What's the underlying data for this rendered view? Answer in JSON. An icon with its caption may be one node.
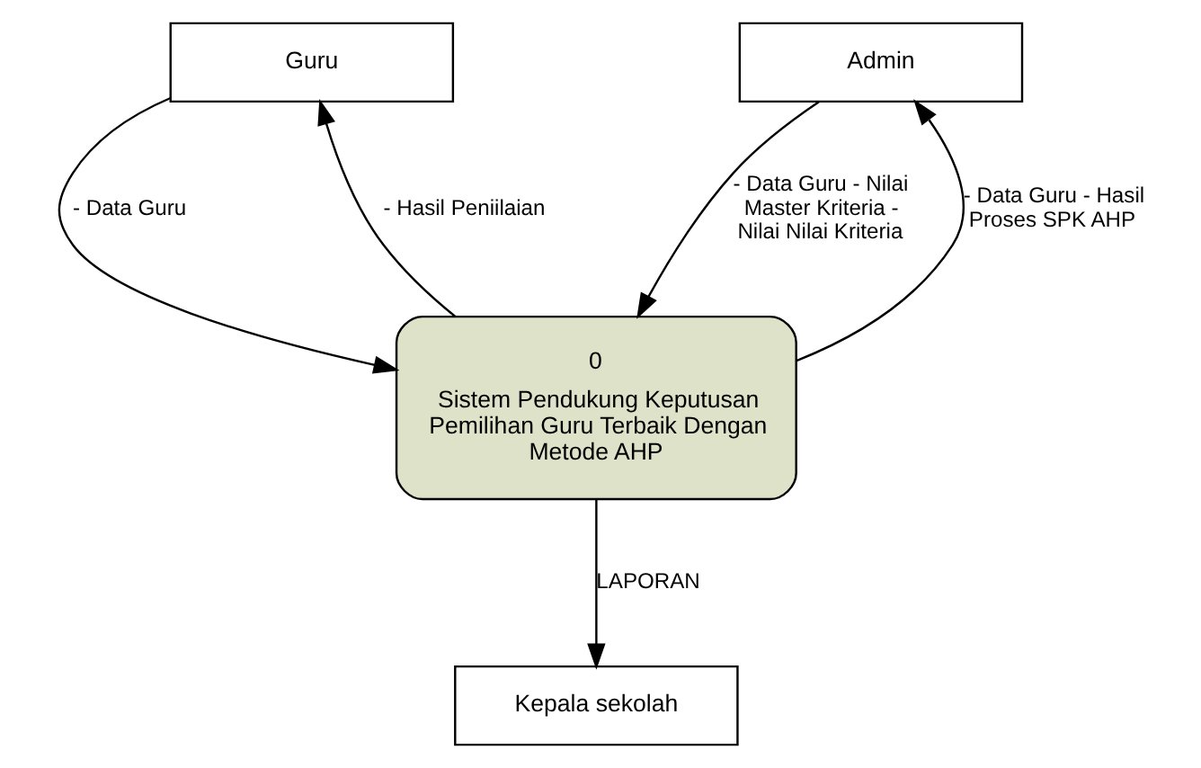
{
  "diagram": {
    "nodes": [
      {
        "text": [
          "Guru"
        ]
      },
      {
        "text": [
          "Admin"
        ]
      },
      {
        "text": [
          "0",
          "Sistem Pendukung Keputusan Pemilihan Guru Terbaik Dengan Metode AHP"
        ]
      },
      {
        "text": [
          "Kepala sekolah"
        ]
      }
    ],
    "edges": [
      {
        "from": 0,
        "to": 2,
        "arrow": "to",
        "label": "- Data Guru"
      },
      {
        "from": 2,
        "to": 0,
        "arrow": "to",
        "label": "- Hasil Peniilaian"
      },
      {
        "from": 2,
        "to": 1,
        "arrow": "to",
        "label": "- Data Guru - Hasil Proses SPK AHP"
      },
      {
        "from": 1,
        "to": 2,
        "arrow": "to",
        "label": "- Data Guru - Nilai Master Kriteria - Nilai Nilai Kriteria"
      },
      {
        "from": 2,
        "to": 3,
        "arrow": "to",
        "label": "LAPORAN"
      }
    ]
  }
}
